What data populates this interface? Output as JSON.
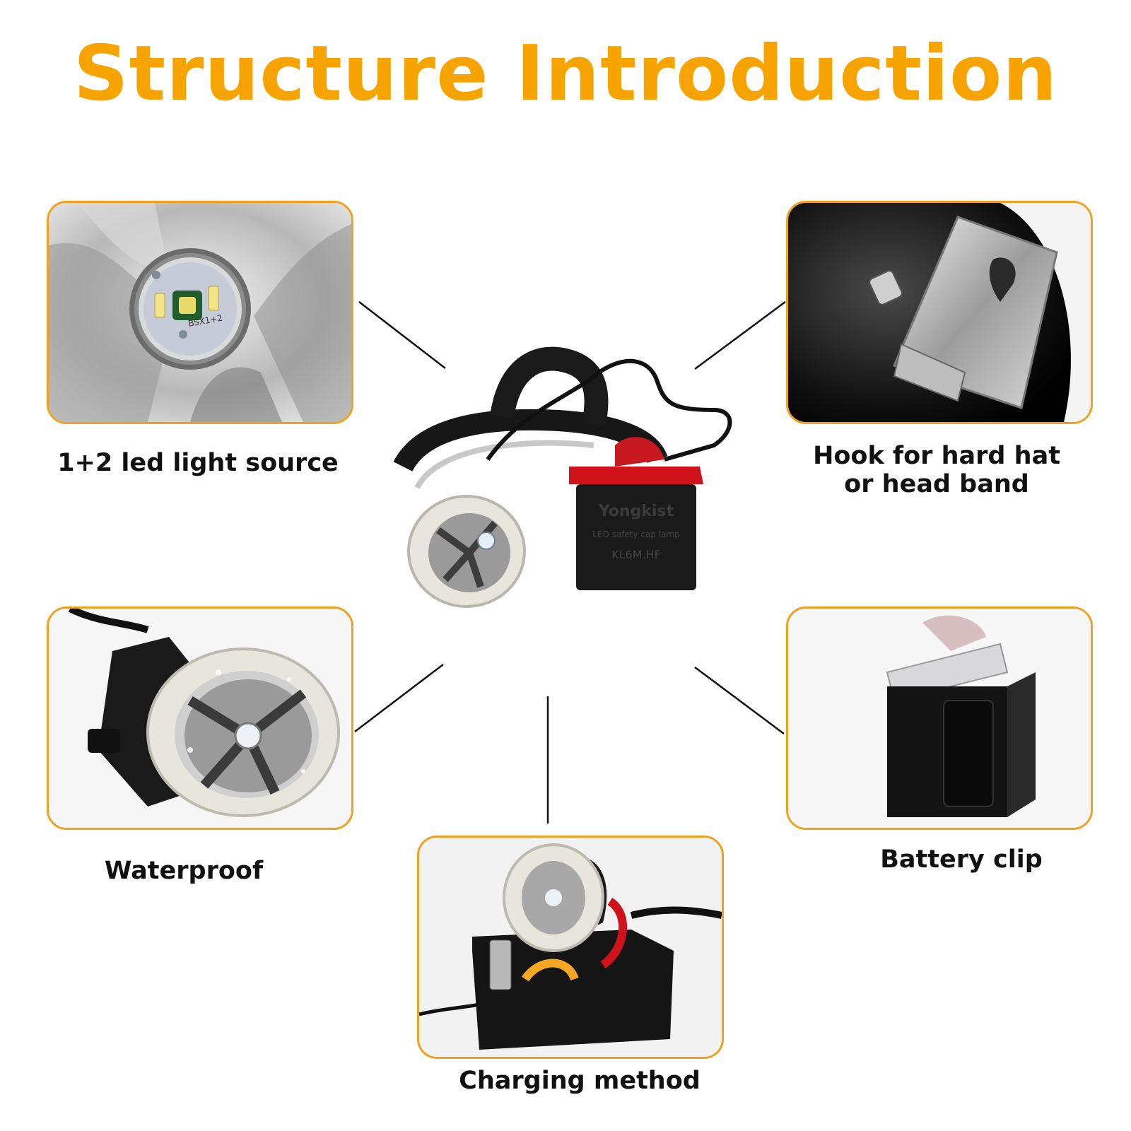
{
  "title": "Structure Introduction",
  "features": [
    {
      "caption": "1+2 led light source",
      "icon": "led-chip-icon"
    },
    {
      "caption": "Hook for hard hat\nor head band",
      "caption_line1": "Hook for hard hat",
      "caption_line2": "or head band",
      "icon": "hook-clip-icon"
    },
    {
      "caption": "Waterproof",
      "icon": "waterproof-lamp-icon"
    },
    {
      "caption": "Battery clip",
      "icon": "battery-clip-icon"
    },
    {
      "caption": "Charging method",
      "icon": "charger-icon"
    }
  ],
  "product": {
    "brand": "Yongkist",
    "subtitle": "LED safety cap lamp",
    "model": "KL6M.HF",
    "led_label": "BSX1+2"
  },
  "colors": {
    "accent": "#f7a400",
    "border": "#f0a21e",
    "battery_top": "#d0121b"
  }
}
